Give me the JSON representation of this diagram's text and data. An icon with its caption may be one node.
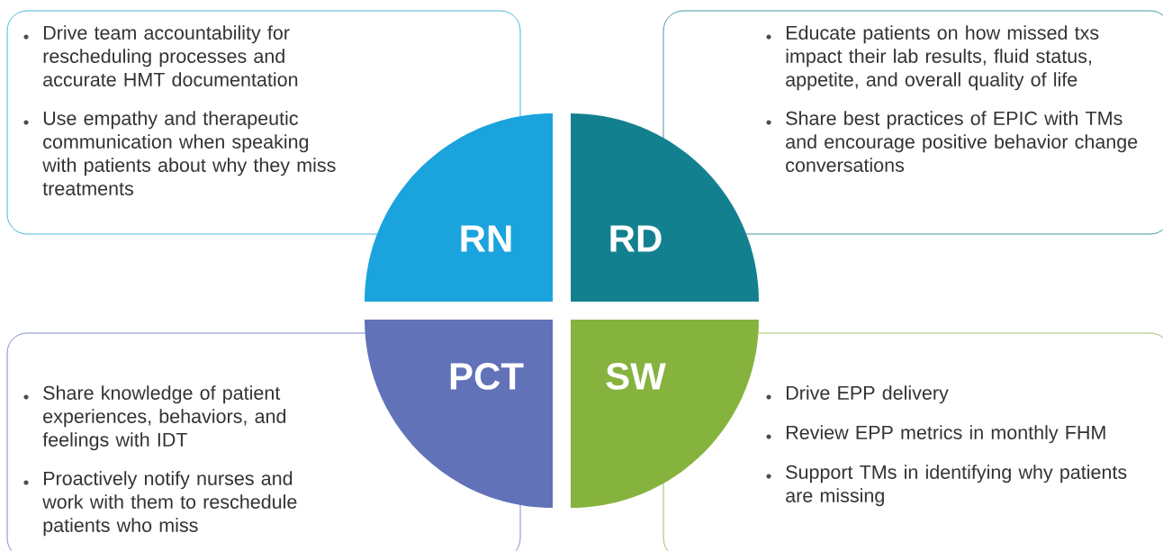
{
  "diagram": {
    "nodes": [
      {
        "text": [
          "Drive team accountability for rescheduling processes and accurate HMT documentation",
          "Use empathy and therapeutic communication when speaking with patients about why they miss treatments"
        ]
      },
      {
        "text": [
          "Educate patients on how missed txs impact their lab results, fluid status, appetite, and overall quality of life",
          "Share best practices of EPIC with TMs and encourage positive behavior change conversations"
        ]
      },
      {
        "text": [
          "RN"
        ]
      },
      {
        "text": [
          "RD"
        ]
      },
      {
        "text": [
          "PCT"
        ]
      },
      {
        "text": [
          "SW"
        ]
      },
      {
        "text": [
          "Share knowledge of patient experiences, behaviors, and feelings with IDT",
          "Proactively notify nurses and work with them to reschedule patients who miss"
        ]
      },
      {
        "text": [
          "Drive EPP delivery",
          "Review EPP metrics in monthly FHM",
          "Support TMs in identifying why patients are missing"
        ]
      }
    ]
  }
}
